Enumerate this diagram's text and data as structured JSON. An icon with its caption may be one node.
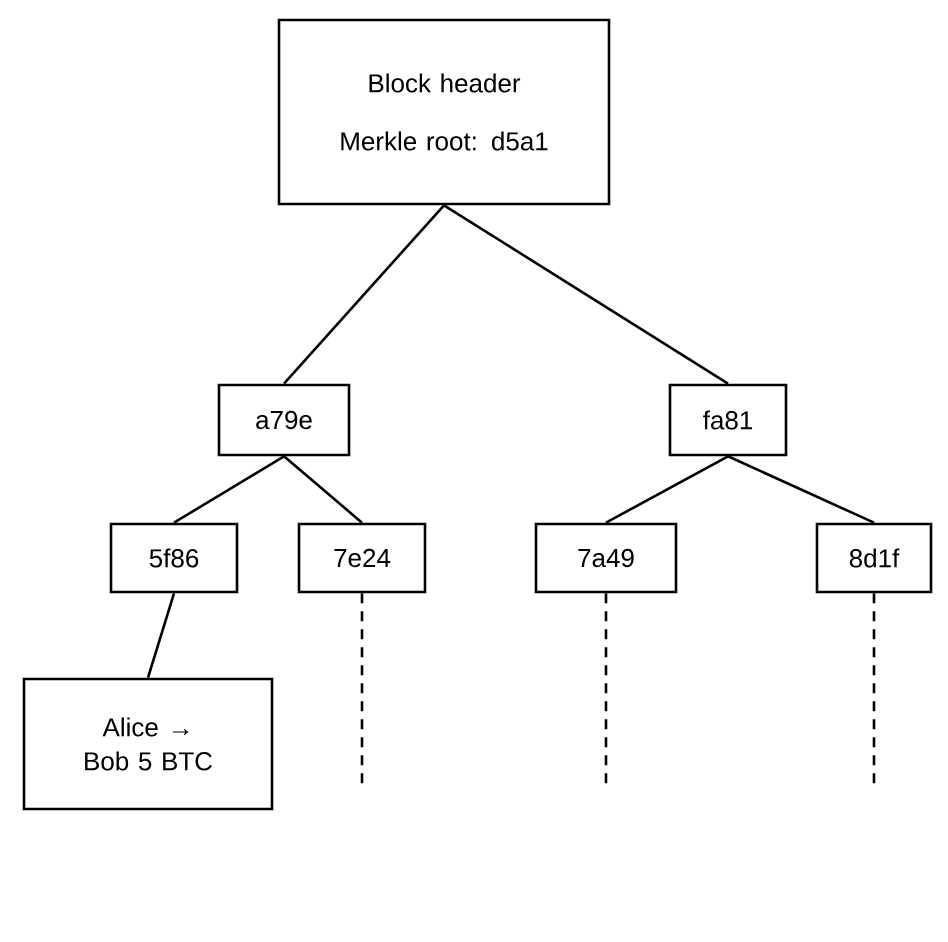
{
  "diagram": {
    "nodes": [
      {
        "text": [
          "Block header",
          "Merkle root: d5a1"
        ]
      },
      {
        "text": [
          "a79e"
        ]
      },
      {
        "text": [
          "fa81"
        ]
      },
      {
        "text": [
          "5f86"
        ]
      },
      {
        "text": [
          "7e24"
        ]
      },
      {
        "text": [
          "7a49"
        ]
      },
      {
        "text": [
          "8d1f"
        ]
      },
      {
        "text": [
          "Alice → Bob 5 BTC"
        ]
      }
    ],
    "edges": [
      {
        "from": 0,
        "to": 1,
        "arrow": "none"
      },
      {
        "from": 0,
        "to": 2,
        "arrow": "none"
      },
      {
        "from": 1,
        "to": 3,
        "arrow": "none"
      },
      {
        "from": 1,
        "to": 4,
        "arrow": "none"
      },
      {
        "from": 2,
        "to": 5,
        "arrow": "none"
      },
      {
        "from": 2,
        "to": 6,
        "arrow": "none"
      },
      {
        "from": 3,
        "to": 7,
        "arrow": "none"
      },
      {
        "from": 4,
        "to": null,
        "arrow": "none",
        "style": "dashed"
      },
      {
        "from": 5,
        "to": null,
        "arrow": "none",
        "style": "dashed"
      },
      {
        "from": 6,
        "to": null,
        "arrow": "none",
        "style": "dashed"
      }
    ]
  }
}
